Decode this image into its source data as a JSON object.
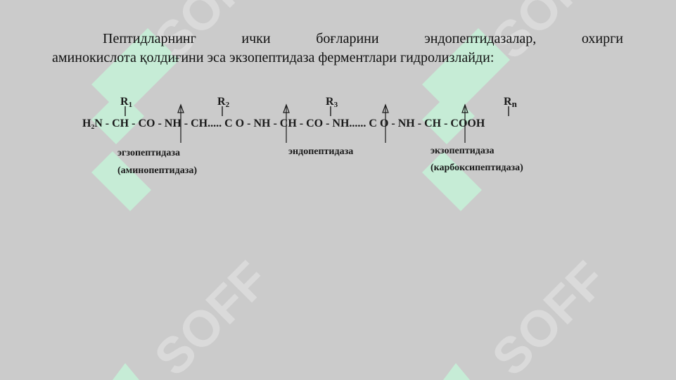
{
  "paragraph": {
    "words_line1": [
      "Пептидларнинг",
      "ички",
      "боғларини",
      "эндопептидазалар,",
      "охирги"
    ],
    "line2": "аминокислота қолдиғини эса экзопептидаза ферментлари гидролизлайди:"
  },
  "formula": {
    "main_chain": "H₂N - CH - CO - NH - CH..... C O - NH - CH - CO - NH...... C O - NH - CH - COOH",
    "r_groups": [
      {
        "label": "R",
        "sub": "1"
      },
      {
        "label": "R",
        "sub": "2"
      },
      {
        "label": "R",
        "sub": "3"
      },
      {
        "label": "R",
        "sub": "n"
      }
    ]
  },
  "enzymes": {
    "amino_line1": "эгзопептидаза",
    "amino_line2": "(аминопептидаза)",
    "endo": "эндопептидаза",
    "carboxy_line1": "экзопептидаза",
    "carboxy_line2": "(карбоксипептидаза)"
  },
  "watermark": {
    "text": "SOFF",
    "color": "#c9ead8"
  }
}
